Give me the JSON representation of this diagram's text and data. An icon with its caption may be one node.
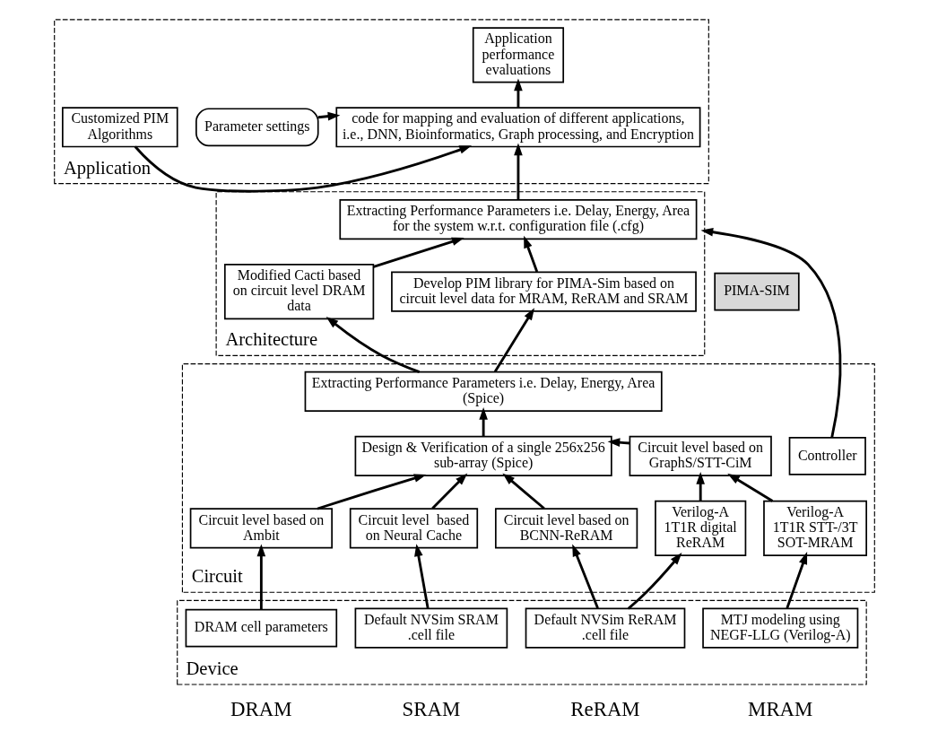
{
  "diagram": {
    "nodes": [
      {
        "text": [
          "Application"
        ]
      },
      {
        "text": [
          "Customized PIM Algorithms"
        ],
        "in": 0
      },
      {
        "text": [
          "Application performance evaluations"
        ],
        "in": 0
      },
      {
        "text": [
          "Parameter settings"
        ],
        "in": 0
      },
      {
        "text": [
          "code for mapping and evaluation of different applications, i.e., DNN, Bioinformatics, Graph processing, and Encryption"
        ],
        "in": 0
      },
      {
        "text": [
          "Architecture"
        ]
      },
      {
        "text": [
          "Extracting Performance Parameters i.e. Delay, Energy, Area for the system w.r.t. configuration file (.cfg)"
        ],
        "in": 5
      },
      {
        "text": [
          "Modified Cacti based on circuit level DRAM data"
        ],
        "in": 5
      },
      {
        "text": [
          "Develop PIM library for PIMA-Sim based on circuit level data for MRAM, ReRAM and SRAM"
        ],
        "in": 5
      },
      {
        "text": [
          "PIMA-SIM"
        ]
      },
      {
        "text": [
          "Circuit"
        ]
      },
      {
        "text": [
          "Extracting Performance Parameters i.e. Delay, Energy, Area (Spice)"
        ],
        "in": 10
      },
      {
        "text": [
          "Controller"
        ],
        "in": 10
      },
      {
        "text": [
          "Design & Verification of a single 256x256 sub-array (Spice)"
        ],
        "in": 10
      },
      {
        "text": [
          "Circuit level based on GraphS/STT-CiM"
        ],
        "in": 10
      },
      {
        "text": [
          "Circuit level based on Ambit"
        ],
        "in": 10
      },
      {
        "text": [
          "Circuit level  based on Neural Cache"
        ],
        "in": 10
      },
      {
        "text": [
          "Circuit level based on BCNN-ReRAM"
        ],
        "in": 10
      },
      {
        "text": [
          "Verilog-A",
          "1T1R digital ReRAM"
        ],
        "in": 10
      },
      {
        "text": [
          "Verilog-A",
          "1T1R STT-/3T SOT-MRAM"
        ],
        "in": 10
      },
      {
        "text": [
          "Device"
        ]
      },
      {
        "text": [
          "DRAM cell parameters"
        ],
        "in": 20
      },
      {
        "text": [
          "Default NVSim SRAM .cell file"
        ],
        "in": 20
      },
      {
        "text": [
          "Default NVSim ReRAM .cell file"
        ],
        "in": 20
      },
      {
        "text": [
          "MTJ modeling using NEGF-LLG (Verilog-A)"
        ],
        "in": 20
      }
    ],
    "edges": [
      {
        "from": 1,
        "to": 4,
        "arrow": "to"
      },
      {
        "from": 3,
        "to": 4,
        "arrow": "to"
      },
      {
        "from": 4,
        "to": 2,
        "arrow": "to"
      },
      {
        "from": 6,
        "to": 4,
        "arrow": "to"
      },
      {
        "from": 7,
        "to": 6,
        "arrow": "to"
      },
      {
        "from": 8,
        "to": 6,
        "arrow": "to"
      },
      {
        "from": 11,
        "to": 7,
        "arrow": "to"
      },
      {
        "from": 11,
        "to": 8,
        "arrow": "to"
      },
      {
        "from": 12,
        "to": 5,
        "arrow": "to"
      },
      {
        "from": 13,
        "to": 11,
        "arrow": "to"
      },
      {
        "from": 14,
        "to": 13,
        "arrow": "to"
      },
      {
        "from": 15,
        "to": 13,
        "arrow": "to"
      },
      {
        "from": 16,
        "to": 13,
        "arrow": "to"
      },
      {
        "from": 17,
        "to": 13,
        "arrow": "to"
      },
      {
        "from": 18,
        "to": 14,
        "arrow": "to"
      },
      {
        "from": 19,
        "to": 14,
        "arrow": "to"
      },
      {
        "from": 21,
        "to": 15,
        "arrow": "to"
      },
      {
        "from": 22,
        "to": 16,
        "arrow": "to"
      },
      {
        "from": 23,
        "to": 17,
        "arrow": "to"
      },
      {
        "from": 23,
        "to": 18,
        "arrow": "to"
      },
      {
        "from": 24,
        "to": 19,
        "arrow": "to"
      }
    ],
    "labels": [
      "DRAM",
      "SRAM",
      "ReRAM",
      "MRAM"
    ]
  }
}
